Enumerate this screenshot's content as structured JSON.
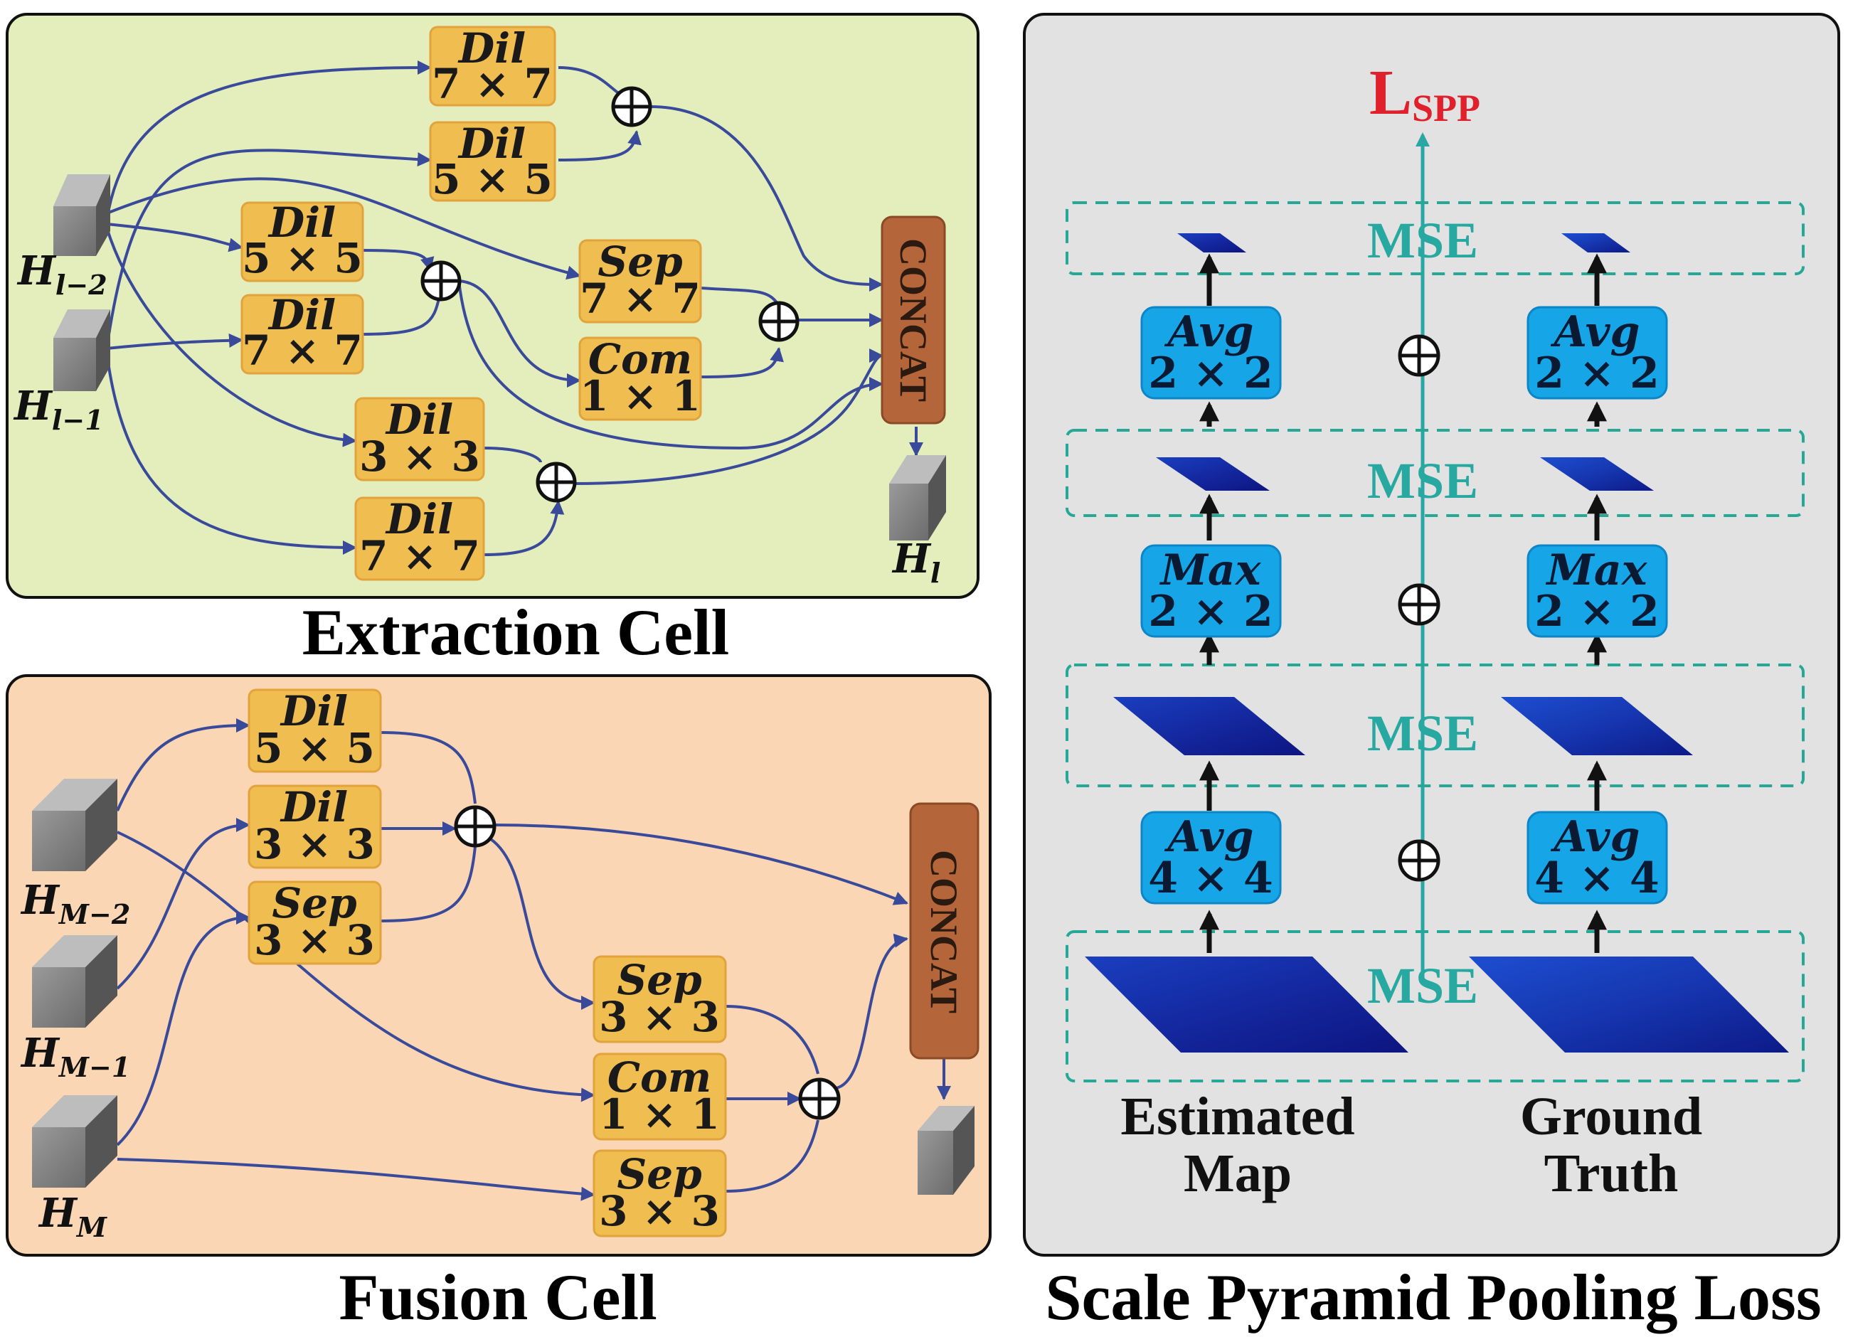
{
  "extraction": {
    "caption": "Extraction Cell",
    "concat": "CONCAT",
    "inputs": [
      {
        "base": "H",
        "sub": "l−2"
      },
      {
        "base": "H",
        "sub": "l−1"
      }
    ],
    "output": {
      "base": "H",
      "sub": "l"
    },
    "ops": [
      {
        "name": "Dil",
        "size": "7 × 7"
      },
      {
        "name": "Dil",
        "size": "5 × 5"
      },
      {
        "name": "Dil",
        "size": "5 × 5"
      },
      {
        "name": "Dil",
        "size": "7 × 7"
      },
      {
        "name": "Sep",
        "size": "7 × 7"
      },
      {
        "name": "Com",
        "size": "1 × 1"
      },
      {
        "name": "Dil",
        "size": "3 × 3"
      },
      {
        "name": "Dil",
        "size": "7 × 7"
      }
    ]
  },
  "fusion": {
    "caption": "Fusion Cell",
    "concat": "CONCAT",
    "inputs": [
      {
        "base": "H",
        "sub": "M−2"
      },
      {
        "base": "H",
        "sub": "M−1"
      },
      {
        "base": "H",
        "sub": "M"
      }
    ],
    "ops": [
      {
        "name": "Dil",
        "size": "5 × 5"
      },
      {
        "name": "Dil",
        "size": "3 × 3"
      },
      {
        "name": "Sep",
        "size": "3 × 3"
      },
      {
        "name": "Sep",
        "size": "3 × 3"
      },
      {
        "name": "Com",
        "size": "1 × 1"
      },
      {
        "name": "Sep",
        "size": "3 × 3"
      }
    ]
  },
  "spp": {
    "caption": "Scale Pyramid Pooling Loss",
    "loss": {
      "base": "L",
      "sub": "SPP"
    },
    "mse_label": "MSE",
    "left_pools": [
      {
        "name": "Avg",
        "size": "2 × 2"
      },
      {
        "name": "Max",
        "size": "2 × 2"
      },
      {
        "name": "Avg",
        "size": "4 × 4"
      }
    ],
    "right_pools": [
      {
        "name": "Avg",
        "size": "2 × 2"
      },
      {
        "name": "Max",
        "size": "2 × 2"
      },
      {
        "name": "Avg",
        "size": "4 × 4"
      }
    ],
    "left_label": [
      "Estimated",
      "Map"
    ],
    "right_label": [
      "Ground",
      "Truth"
    ]
  },
  "colors": {
    "extraction_bg": "#e4eebc",
    "fusion_bg": "#fbd6b4",
    "spp_bg": "#e2e2e2",
    "op_box": "#f0bd50",
    "concat": "#b5653a",
    "pool_box": "#16a6e8",
    "mse": "#27a8a0",
    "loss": "#e0202a"
  }
}
